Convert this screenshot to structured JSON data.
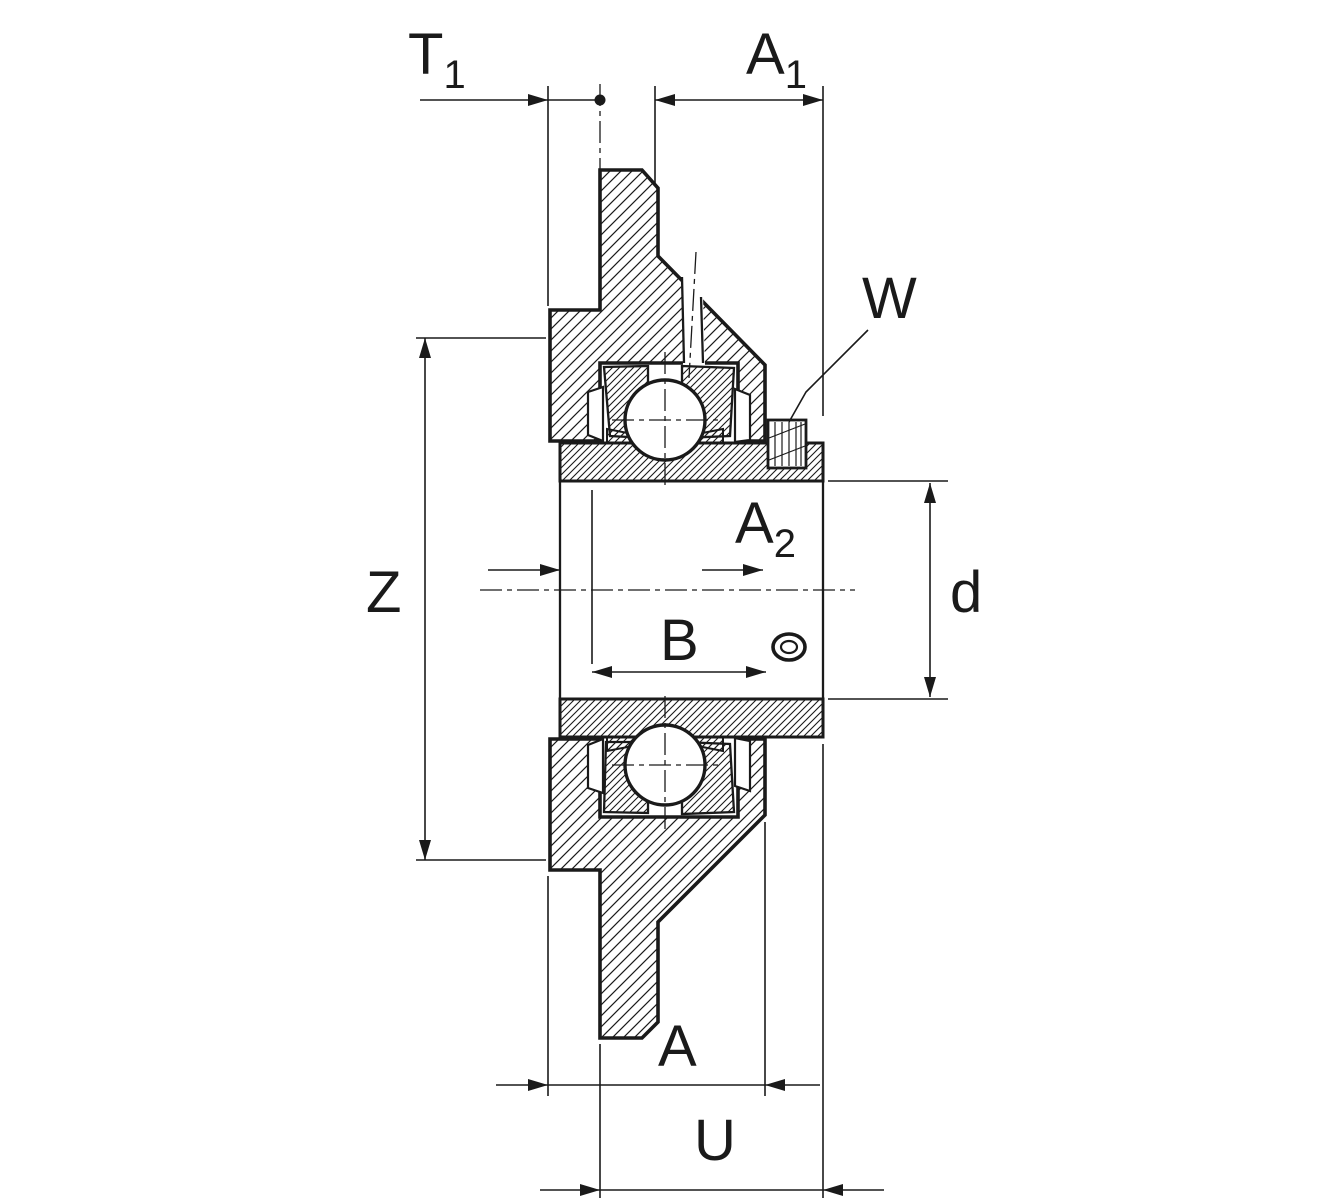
{
  "drawing": {
    "title": "Flanged bearing unit cross-section technical drawing",
    "background_color": "#ffffff",
    "line_color": "#1a1a1a"
  },
  "labels": {
    "T1": {
      "base": "T",
      "sub": "1"
    },
    "A1": {
      "base": "A",
      "sub": "1"
    },
    "W": "W",
    "Z": "Z",
    "A2": {
      "base": "A",
      "sub": "2"
    },
    "d": "d",
    "B": "B",
    "A": "A",
    "U": "U"
  }
}
